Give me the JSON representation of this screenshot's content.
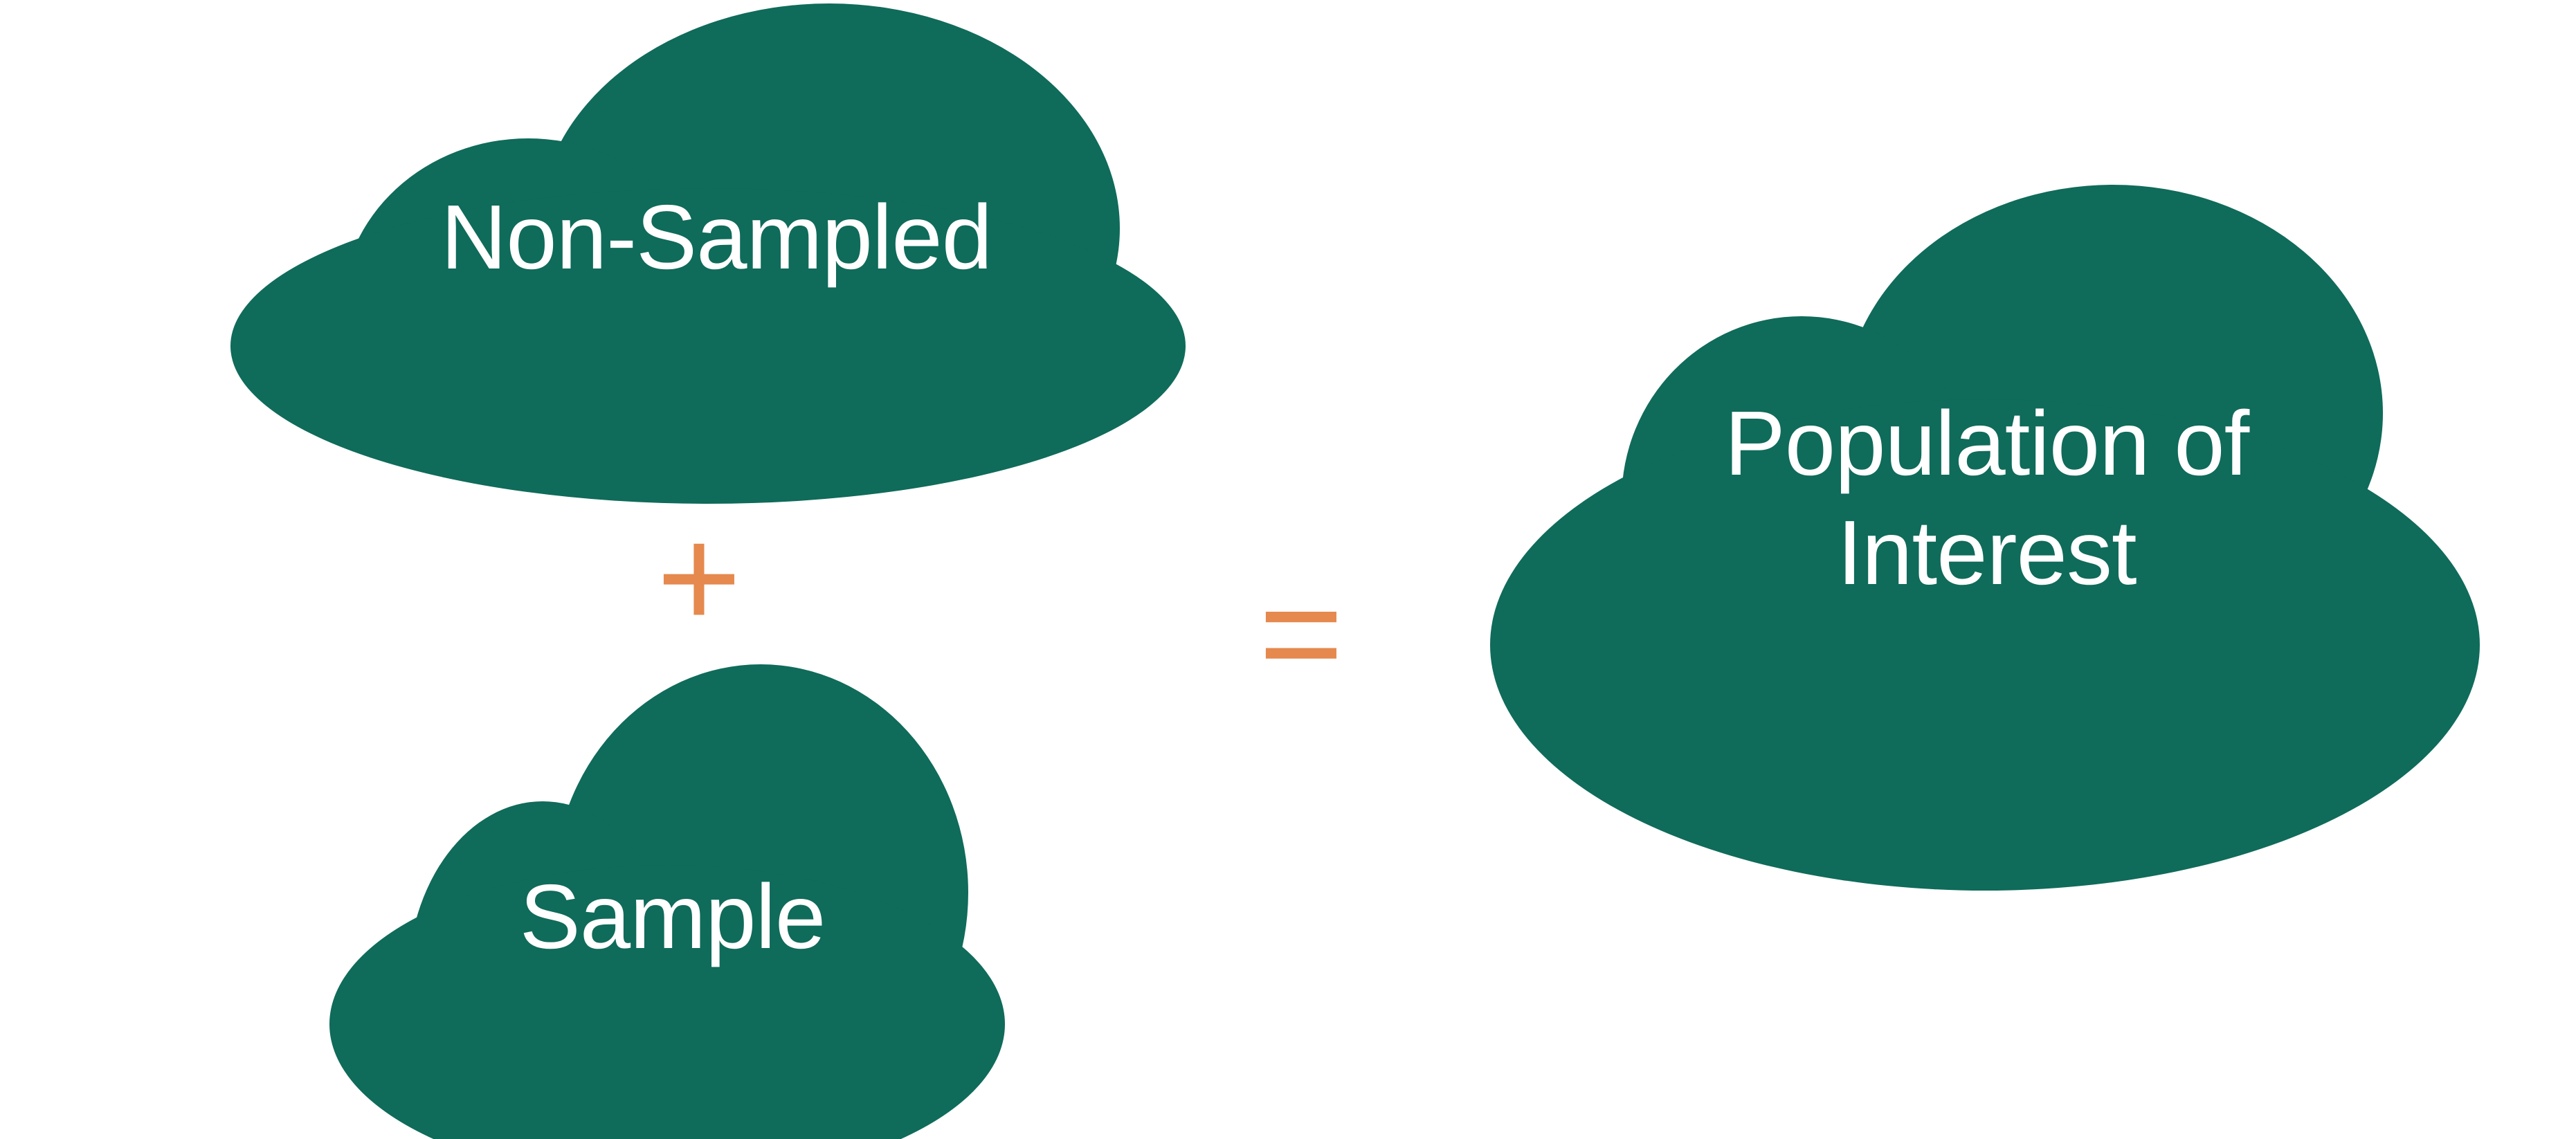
{
  "diagram": {
    "title": "Population of Interest decomposition",
    "type": "equation-diagram",
    "background_color": "#FFFFFF",
    "cloud_color": "#0F6B5A",
    "operator_color": "#E5894E",
    "label_color": "#FFFFFF",
    "nodes": [
      {
        "id": "non-sampled",
        "label": "Non-Sampled",
        "shape": "cloud",
        "role": "addend"
      },
      {
        "id": "sample",
        "label": "Sample",
        "shape": "cloud",
        "role": "addend"
      },
      {
        "id": "population-of-interest",
        "label": "Population of\nInterest",
        "label_line_1": "Population of",
        "label_line_2": "Interest",
        "shape": "cloud",
        "role": "result"
      }
    ],
    "operators": [
      {
        "id": "plus",
        "symbol": "+",
        "name": "plus-sign"
      },
      {
        "id": "equals",
        "symbol": "=",
        "name": "equals-sign"
      }
    ]
  }
}
